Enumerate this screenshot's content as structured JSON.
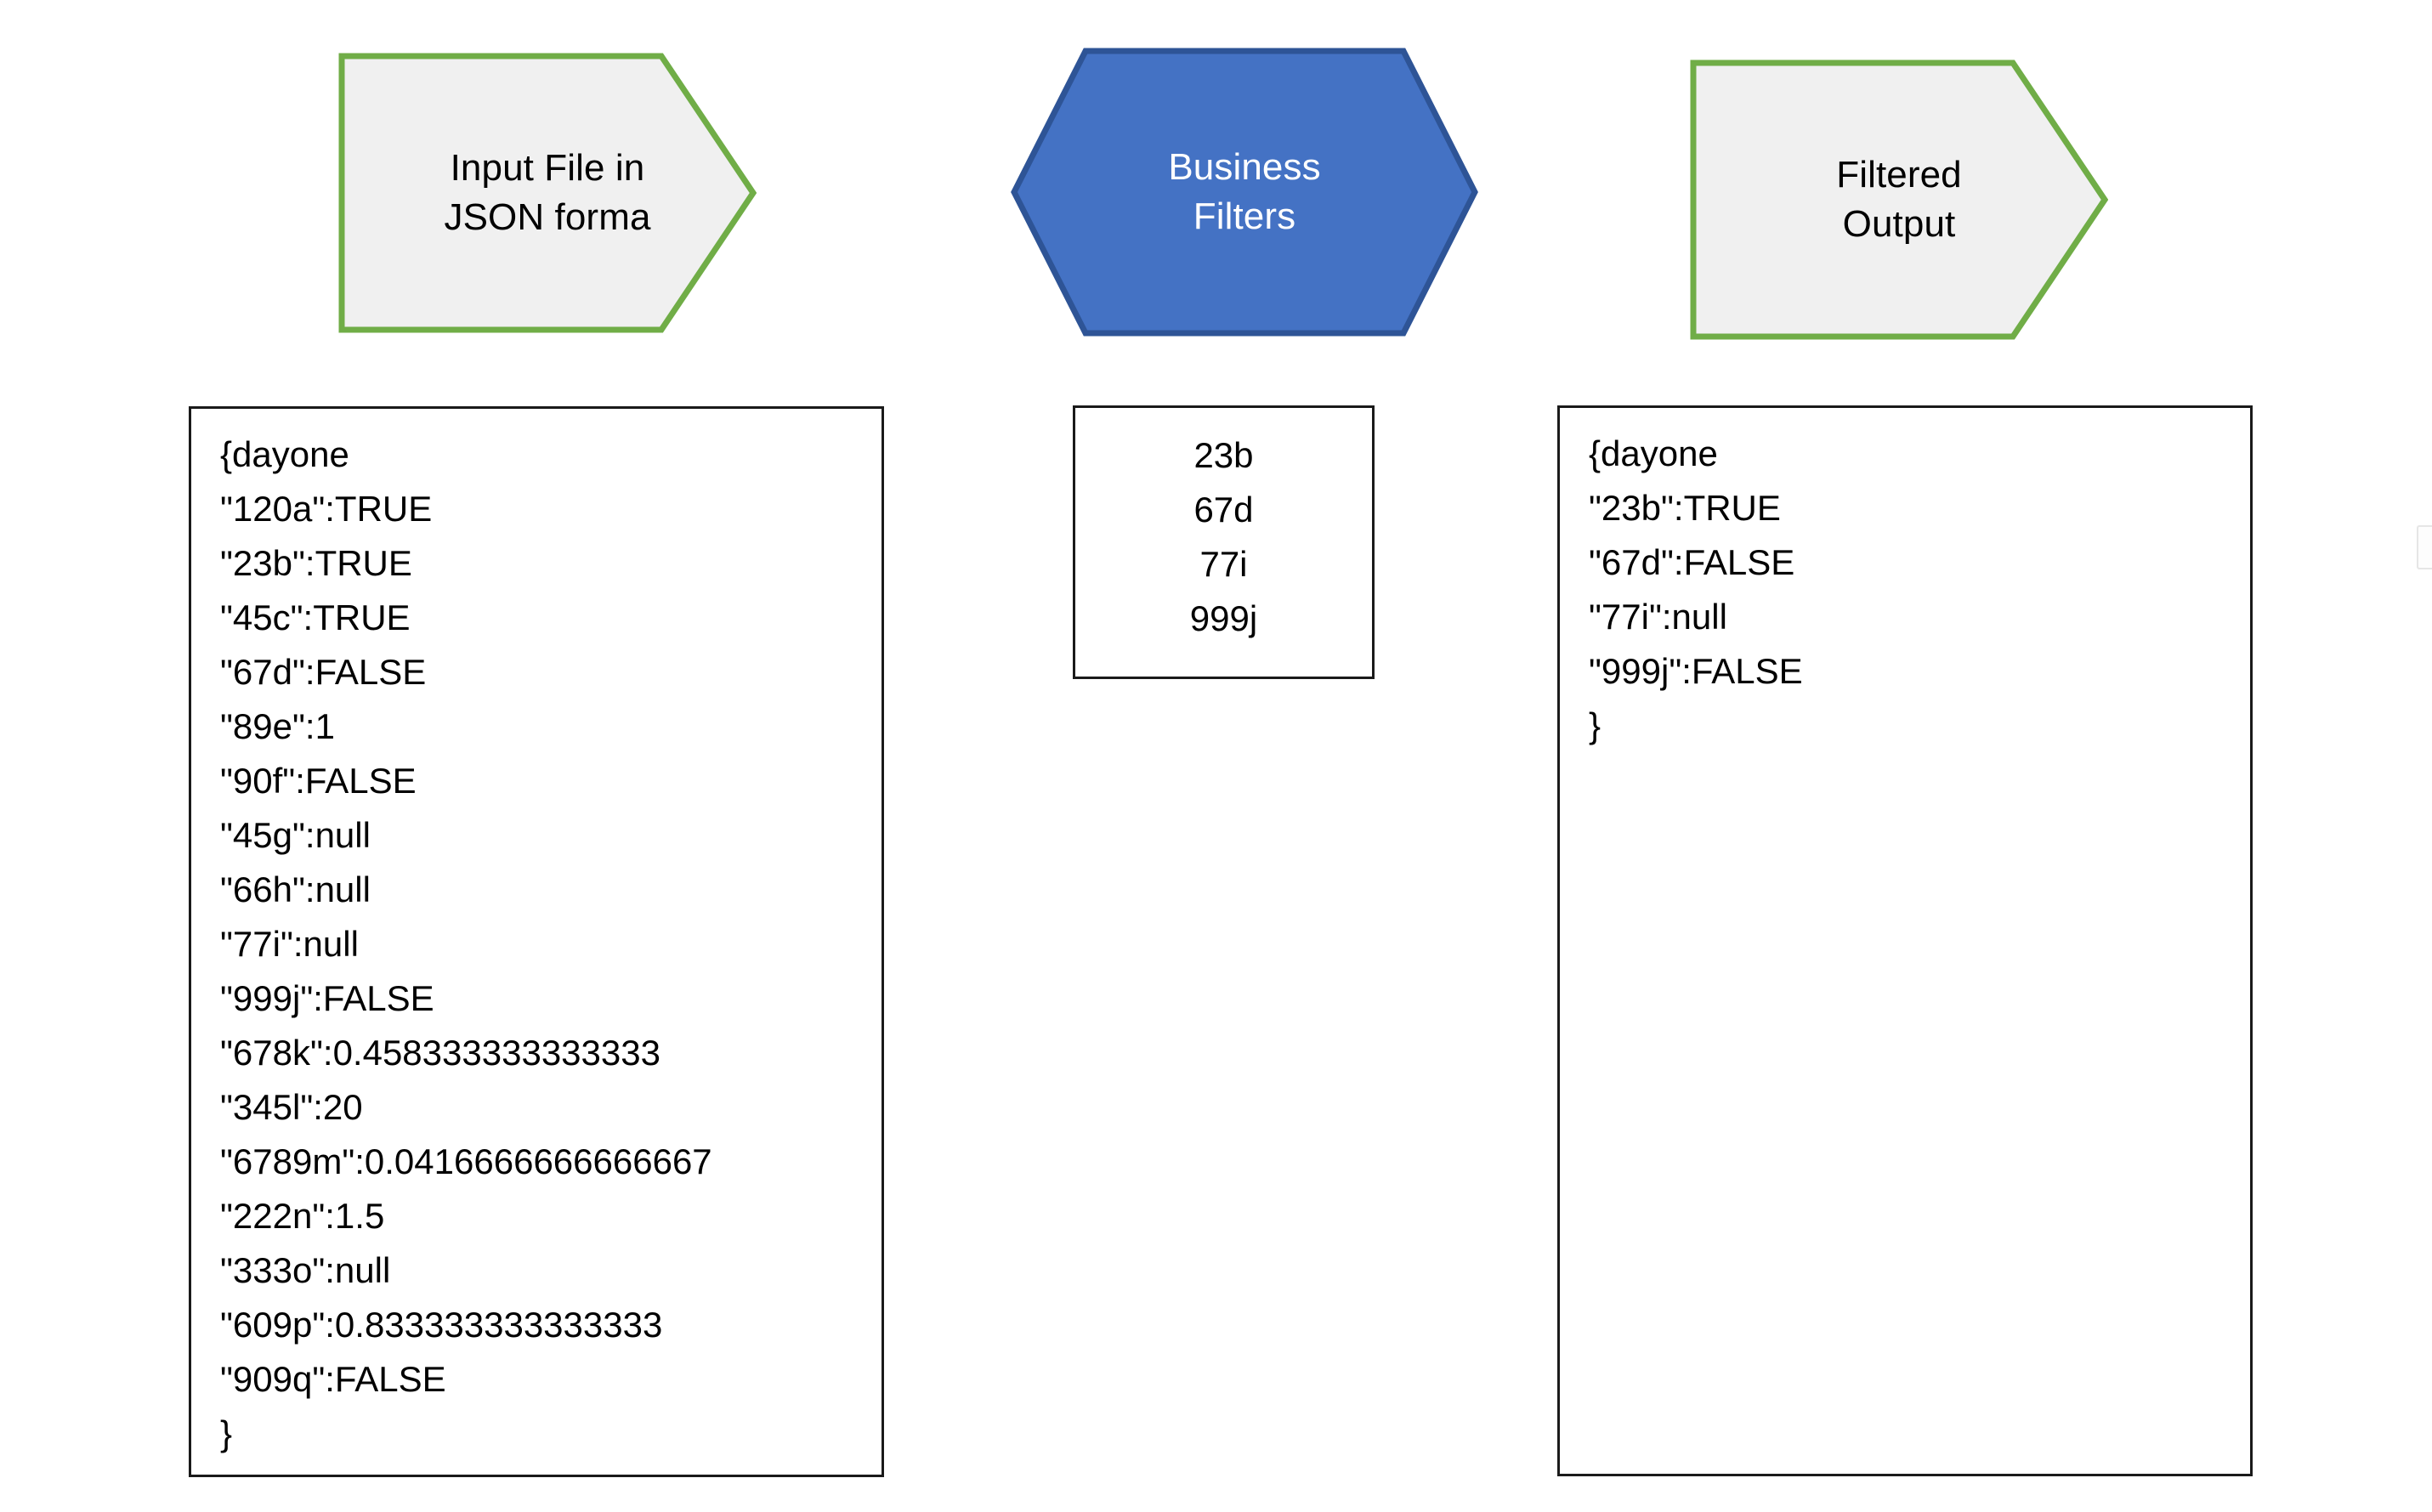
{
  "colors": {
    "chevron_border_green": "#70AD47",
    "chevron_fill_gray": "#F0F0F0",
    "hexagon_fill_blue": "#4472C4",
    "hexagon_border_blue": "#2E5496",
    "box_border_black": "#1A1A1A",
    "text_black": "#000000",
    "text_white": "#FFFFFF"
  },
  "stage_input": {
    "shape_type": "chevron-pentagon",
    "label": "Input File in\nJSON forma",
    "box_lines": "{dayone\n\"120a\":TRUE\n\"23b\":TRUE\n\"45c\":TRUE\n\"67d\":FALSE\n\"89e\":1\n\"90f\":FALSE\n\"45g\":null\n\"66h\":null\n\"77i\":null\n\"999j\":FALSE\n\"678k\":0.458333333333333\n\"345l\":20\n\"6789m\":0.0416666666666667\n\"222n\":1.5\n\"333o\":null\n\"609p\":0.833333333333333\n\"909q\":FALSE\n}",
    "entries": [
      {
        "key": "{dayone",
        "value": ""
      },
      {
        "key": "\"120a\"",
        "value": "TRUE"
      },
      {
        "key": "\"23b\"",
        "value": "TRUE"
      },
      {
        "key": "\"45c\"",
        "value": "TRUE"
      },
      {
        "key": "\"67d\"",
        "value": "FALSE"
      },
      {
        "key": "\"89e\"",
        "value": "1"
      },
      {
        "key": "\"90f\"",
        "value": "FALSE"
      },
      {
        "key": "\"45g\"",
        "value": "null"
      },
      {
        "key": "\"66h\"",
        "value": "null"
      },
      {
        "key": "\"77i\"",
        "value": "null"
      },
      {
        "key": "\"999j\"",
        "value": "FALSE"
      },
      {
        "key": "\"678k\"",
        "value": "0.458333333333333"
      },
      {
        "key": "\"345l\"",
        "value": "20"
      },
      {
        "key": "\"6789m\"",
        "value": "0.0416666666666667"
      },
      {
        "key": "\"222n\"",
        "value": "1.5"
      },
      {
        "key": "\"333o\"",
        "value": "null"
      },
      {
        "key": "\"609p\"",
        "value": "0.833333333333333"
      },
      {
        "key": "\"909q\"",
        "value": "FALSE"
      },
      {
        "key": "}",
        "value": ""
      }
    ]
  },
  "stage_filters": {
    "shape_type": "hexagon",
    "label": "Business\nFilters",
    "box_lines": "23b\n67d\n77i\n999j",
    "filters": [
      "23b",
      "67d",
      "77i",
      "999j"
    ]
  },
  "stage_output": {
    "shape_type": "chevron-pentagon",
    "label": "Filtered\nOutput",
    "box_lines": "{dayone\n\"23b\":TRUE\n\"67d\":FALSE\n\"77i\":null\n\"999j\":FALSE\n}",
    "entries": [
      {
        "key": "{dayone",
        "value": ""
      },
      {
        "key": "\"23b\"",
        "value": "TRUE"
      },
      {
        "key": "\"67d\"",
        "value": "FALSE"
      },
      {
        "key": "\"77i\"",
        "value": "null"
      },
      {
        "key": "\"999j\"",
        "value": "FALSE"
      },
      {
        "key": "}",
        "value": ""
      }
    ]
  }
}
